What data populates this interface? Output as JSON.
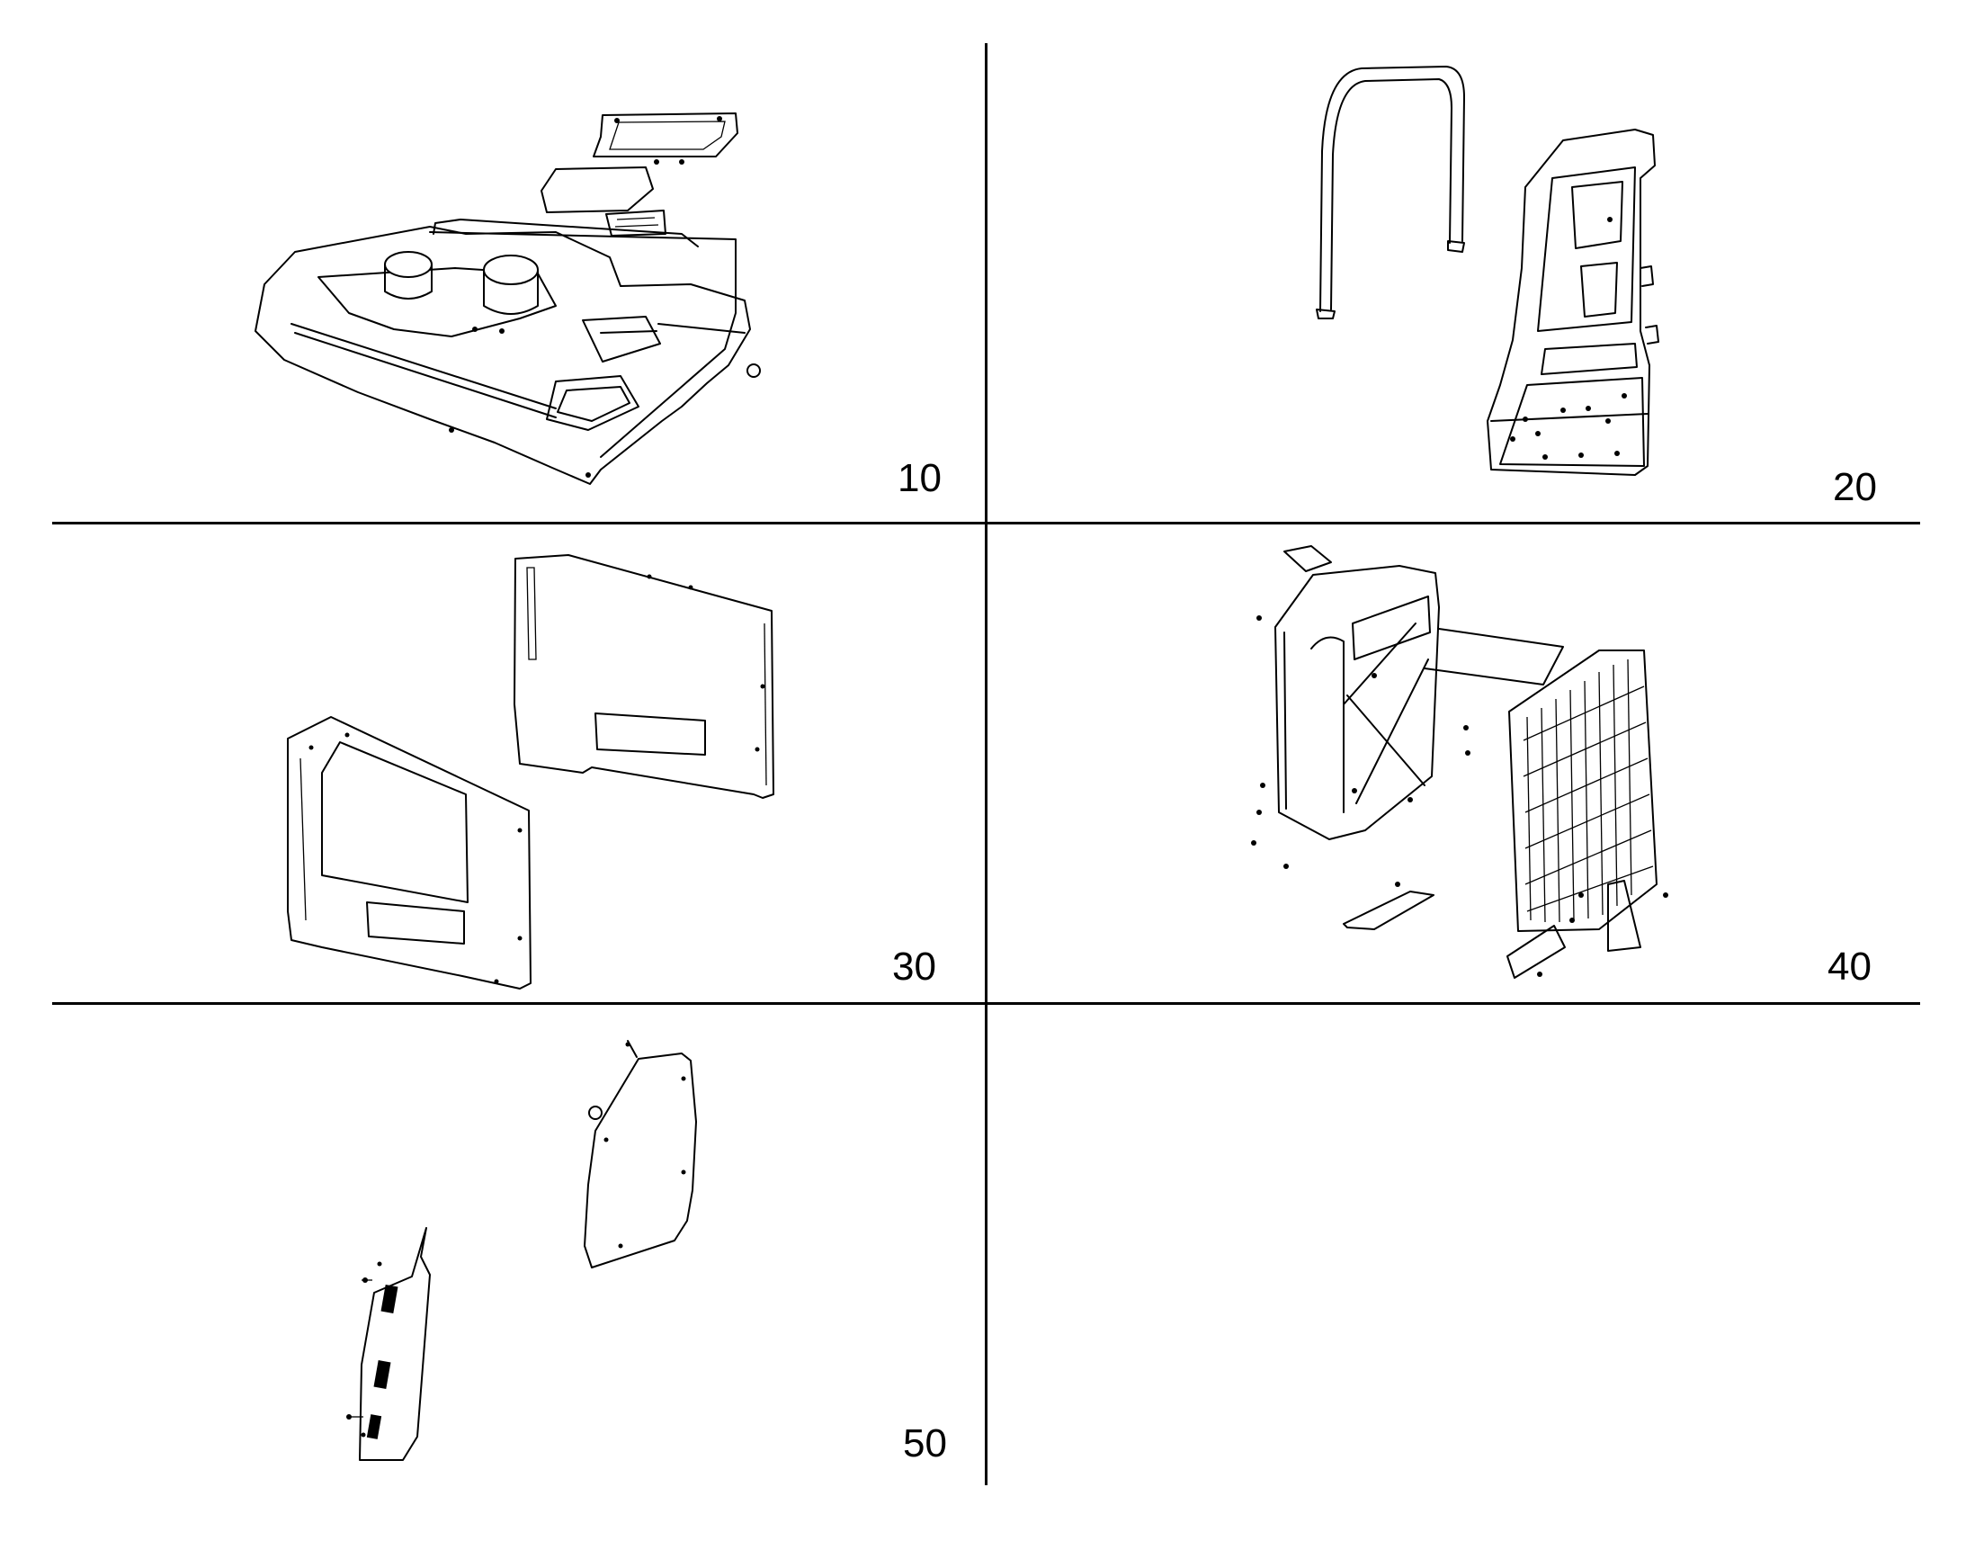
{
  "panels": [
    {
      "id": "p10",
      "number": "10",
      "drawing": "engine-hood-top-panel"
    },
    {
      "id": "p20",
      "number": "20",
      "drawing": "rear-frame-support"
    },
    {
      "id": "p30",
      "number": "30",
      "drawing": "side-panels"
    },
    {
      "id": "p40",
      "number": "40",
      "drawing": "radiator-guard-assembly"
    },
    {
      "id": "p50",
      "number": "50",
      "drawing": "side-doors"
    },
    {
      "id": "p60",
      "number": "",
      "drawing": ""
    }
  ],
  "colors": {
    "line": "#000000",
    "background": "#ffffff"
  }
}
